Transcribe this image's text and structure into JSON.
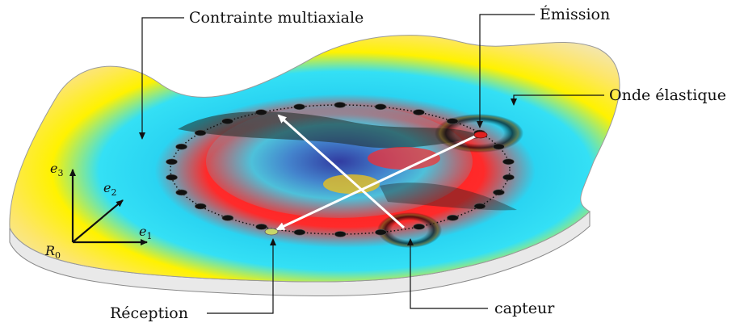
{
  "labels": {
    "contrainte": "Contrainte multiaxiale",
    "emission": "Émission",
    "onde": "Onde élastique",
    "reception": "Réception",
    "capteur": "capteur"
  },
  "axes": {
    "e1": {
      "base": "e",
      "sub": "1"
    },
    "e2": {
      "base": "e",
      "sub": "2"
    },
    "e3": {
      "base": "e",
      "sub": "3"
    },
    "r0": {
      "base": "R",
      "sub": "0"
    }
  },
  "colors": {
    "background_plate": "#f2ecd0",
    "yellow": "#fff200",
    "cyan": "#28d8f0",
    "red": "#ff2020",
    "blue": "#1f5fd8",
    "sensor": "#111111",
    "emitter": "#e02020",
    "receiver": "#c8d66a"
  }
}
